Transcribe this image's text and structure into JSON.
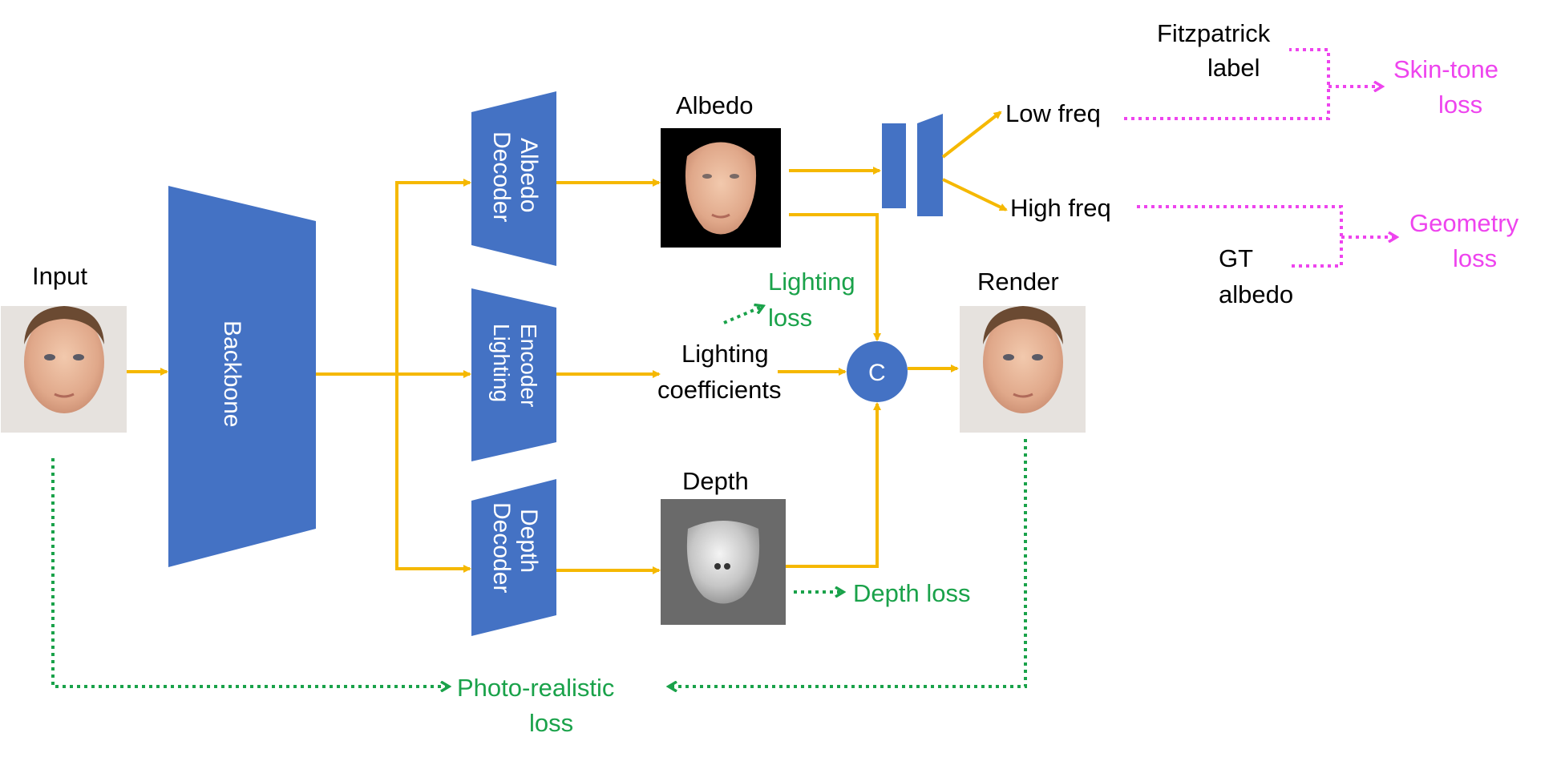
{
  "colors": {
    "block": "#4472c4",
    "arrow": "#f5b800",
    "green_loss": "#1aa24a",
    "pink_loss": "#ee44ee"
  },
  "labels": {
    "input": "Input",
    "backbone": "Backbone",
    "albedo_decoder": [
      "Albedo",
      "Decoder"
    ],
    "encoder_lighting": [
      "Encoder",
      "Lighting"
    ],
    "depth_decoder": [
      "Depth",
      "Decoder"
    ],
    "albedo": "Albedo",
    "depth": "Depth",
    "render": "Render",
    "concat": "C",
    "lighting_coefficients": [
      "Lighting",
      "coefficients"
    ],
    "low_freq": "Low freq",
    "high_freq": "High freq",
    "fitzpatrick_label": [
      "Fitzpatrick",
      "label"
    ],
    "gt_albedo": [
      "GT",
      "albedo"
    ]
  },
  "losses": {
    "lighting": [
      "Lighting",
      "loss"
    ],
    "depth": "Depth loss",
    "photo_realistic": [
      "Photo-realistic",
      "loss"
    ],
    "skin_tone": [
      "Skin-tone",
      "loss"
    ],
    "geometry": [
      "Geometry",
      "loss"
    ]
  },
  "icons": {
    "input_image": "face-photo-icon",
    "render_image": "face-photo-icon",
    "albedo_image": "albedo-face-icon",
    "depth_image": "depth-map-icon"
  }
}
